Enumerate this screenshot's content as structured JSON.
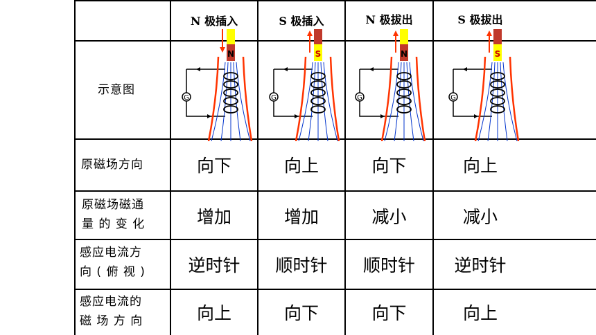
{
  "columns": [
    "N 极插入",
    "S 极插入",
    "N 极拔出",
    "S 极拔出"
  ],
  "rows": [
    {
      "label": "示意图"
    },
    {
      "label": "原磁场方向",
      "values": [
        "向下",
        "向上",
        "向下",
        "向上"
      ]
    },
    {
      "label_lines": [
        "原磁场磁通",
        "量 的 变 化"
      ],
      "values": [
        "增加",
        "增加",
        "减小",
        "减小"
      ]
    },
    {
      "label_lines": [
        "感应电流方",
        "向 ( 俯 视 )"
      ],
      "values": [
        "逆时针",
        "顺时针",
        "顺时针",
        "逆时针"
      ]
    },
    {
      "label_lines": [
        "感应电流的",
        "磁 场 方 向"
      ],
      "values": [
        "向上",
        "向下",
        "向下",
        "向上"
      ]
    }
  ],
  "diagram": {
    "galvanometer_symbol": "G",
    "magnets": [
      "N",
      "S",
      "N",
      "S"
    ],
    "colors": {
      "magnet_yellow": "#ffff00",
      "magnet_brown": "#c0392b",
      "field_red": "#ff3300",
      "field_blue": "#0033cc"
    }
  }
}
